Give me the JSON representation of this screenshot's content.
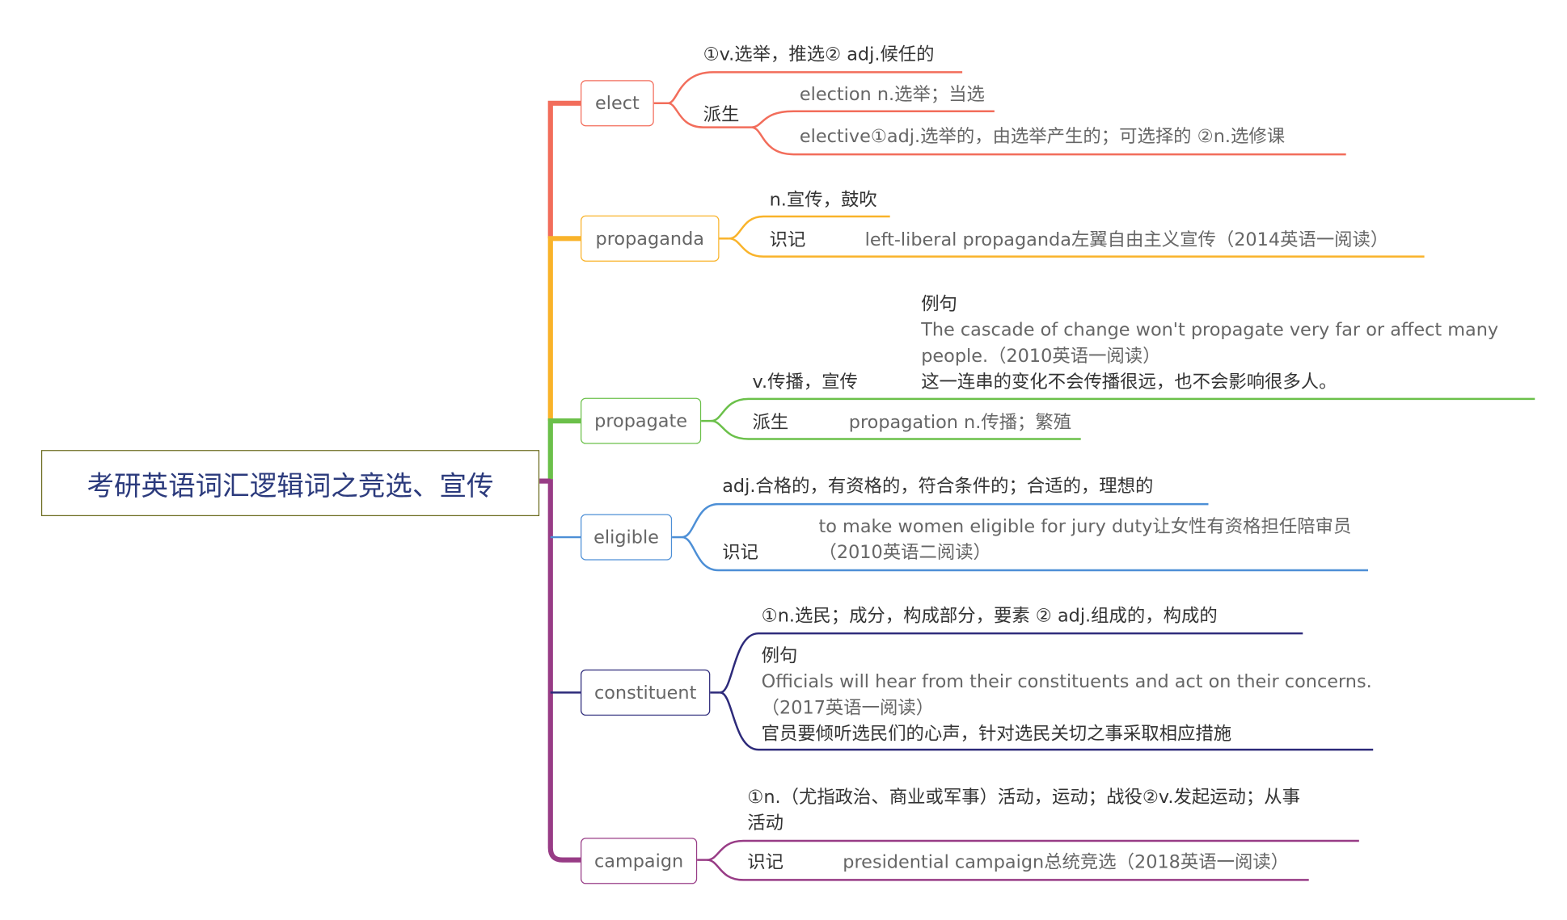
{
  "colors": {
    "elect": "#f26d5b",
    "propaganda": "#f9b32a",
    "propagate": "#6bc04a",
    "eligible": "#4d8fd6",
    "constituent": "#2d2a7a",
    "campaign": "#983c86",
    "root_border": "#6b6b1e",
    "root_text": "#2b3a7c"
  },
  "root": {
    "title": "考研英语词汇逻辑词之竞选、宣传"
  },
  "elect": {
    "word": "elect",
    "meaning": "①v.选举，推选② adj.候任的",
    "derived_label": "派生",
    "derived_1": "election n.选举；当选",
    "derived_2": "elective①adj.选举的，由选举产生的；可选择的 ②n.选修课"
  },
  "propaganda": {
    "word": "propaganda",
    "meaning": "n.宣传，鼓吹",
    "memo_label": "识记",
    "memo": "left-liberal propaganda左翼自由主义宣传（2014英语一阅读）"
  },
  "propagate": {
    "word": "propagate",
    "meaning": "v.传播，宣传",
    "example_label": "例句",
    "example_en_1": "The cascade of change won't propagate very far or affect many",
    "example_en_2": "people.（2010英语一阅读）",
    "example_cn": "这一连串的变化不会传播很远，也不会影响很多人。",
    "derived_label": "派生",
    "derived": "propagation n.传播；繁殖"
  },
  "eligible": {
    "word": "eligible",
    "meaning": "adj.合格的，有资格的，符合条件的；合适的，理想的",
    "memo_label": "识记",
    "memo_1": "to make women eligible for jury duty让女性有资格担任陪审员",
    "memo_2": "（2010英语二阅读）"
  },
  "constituent": {
    "word": "constituent",
    "meaning": "①n.选民；成分，构成部分，要素  ② adj.组成的，构成的",
    "example_label": "例句",
    "example_en_1": "Officials will hear from their constituents and act on their concerns.",
    "example_en_2": "（2017英语一阅读）",
    "example_cn": "官员要倾听选民们的心声，针对选民关切之事采取相应措施"
  },
  "campaign": {
    "word": "campaign",
    "meaning_1": "①n.（尤指政治、商业或军事）活动，运动；战役②v.发起运动；从事",
    "meaning_2": "活动",
    "memo_label": "识记",
    "memo": "presidential campaign总统竞选（2018英语一阅读）"
  }
}
